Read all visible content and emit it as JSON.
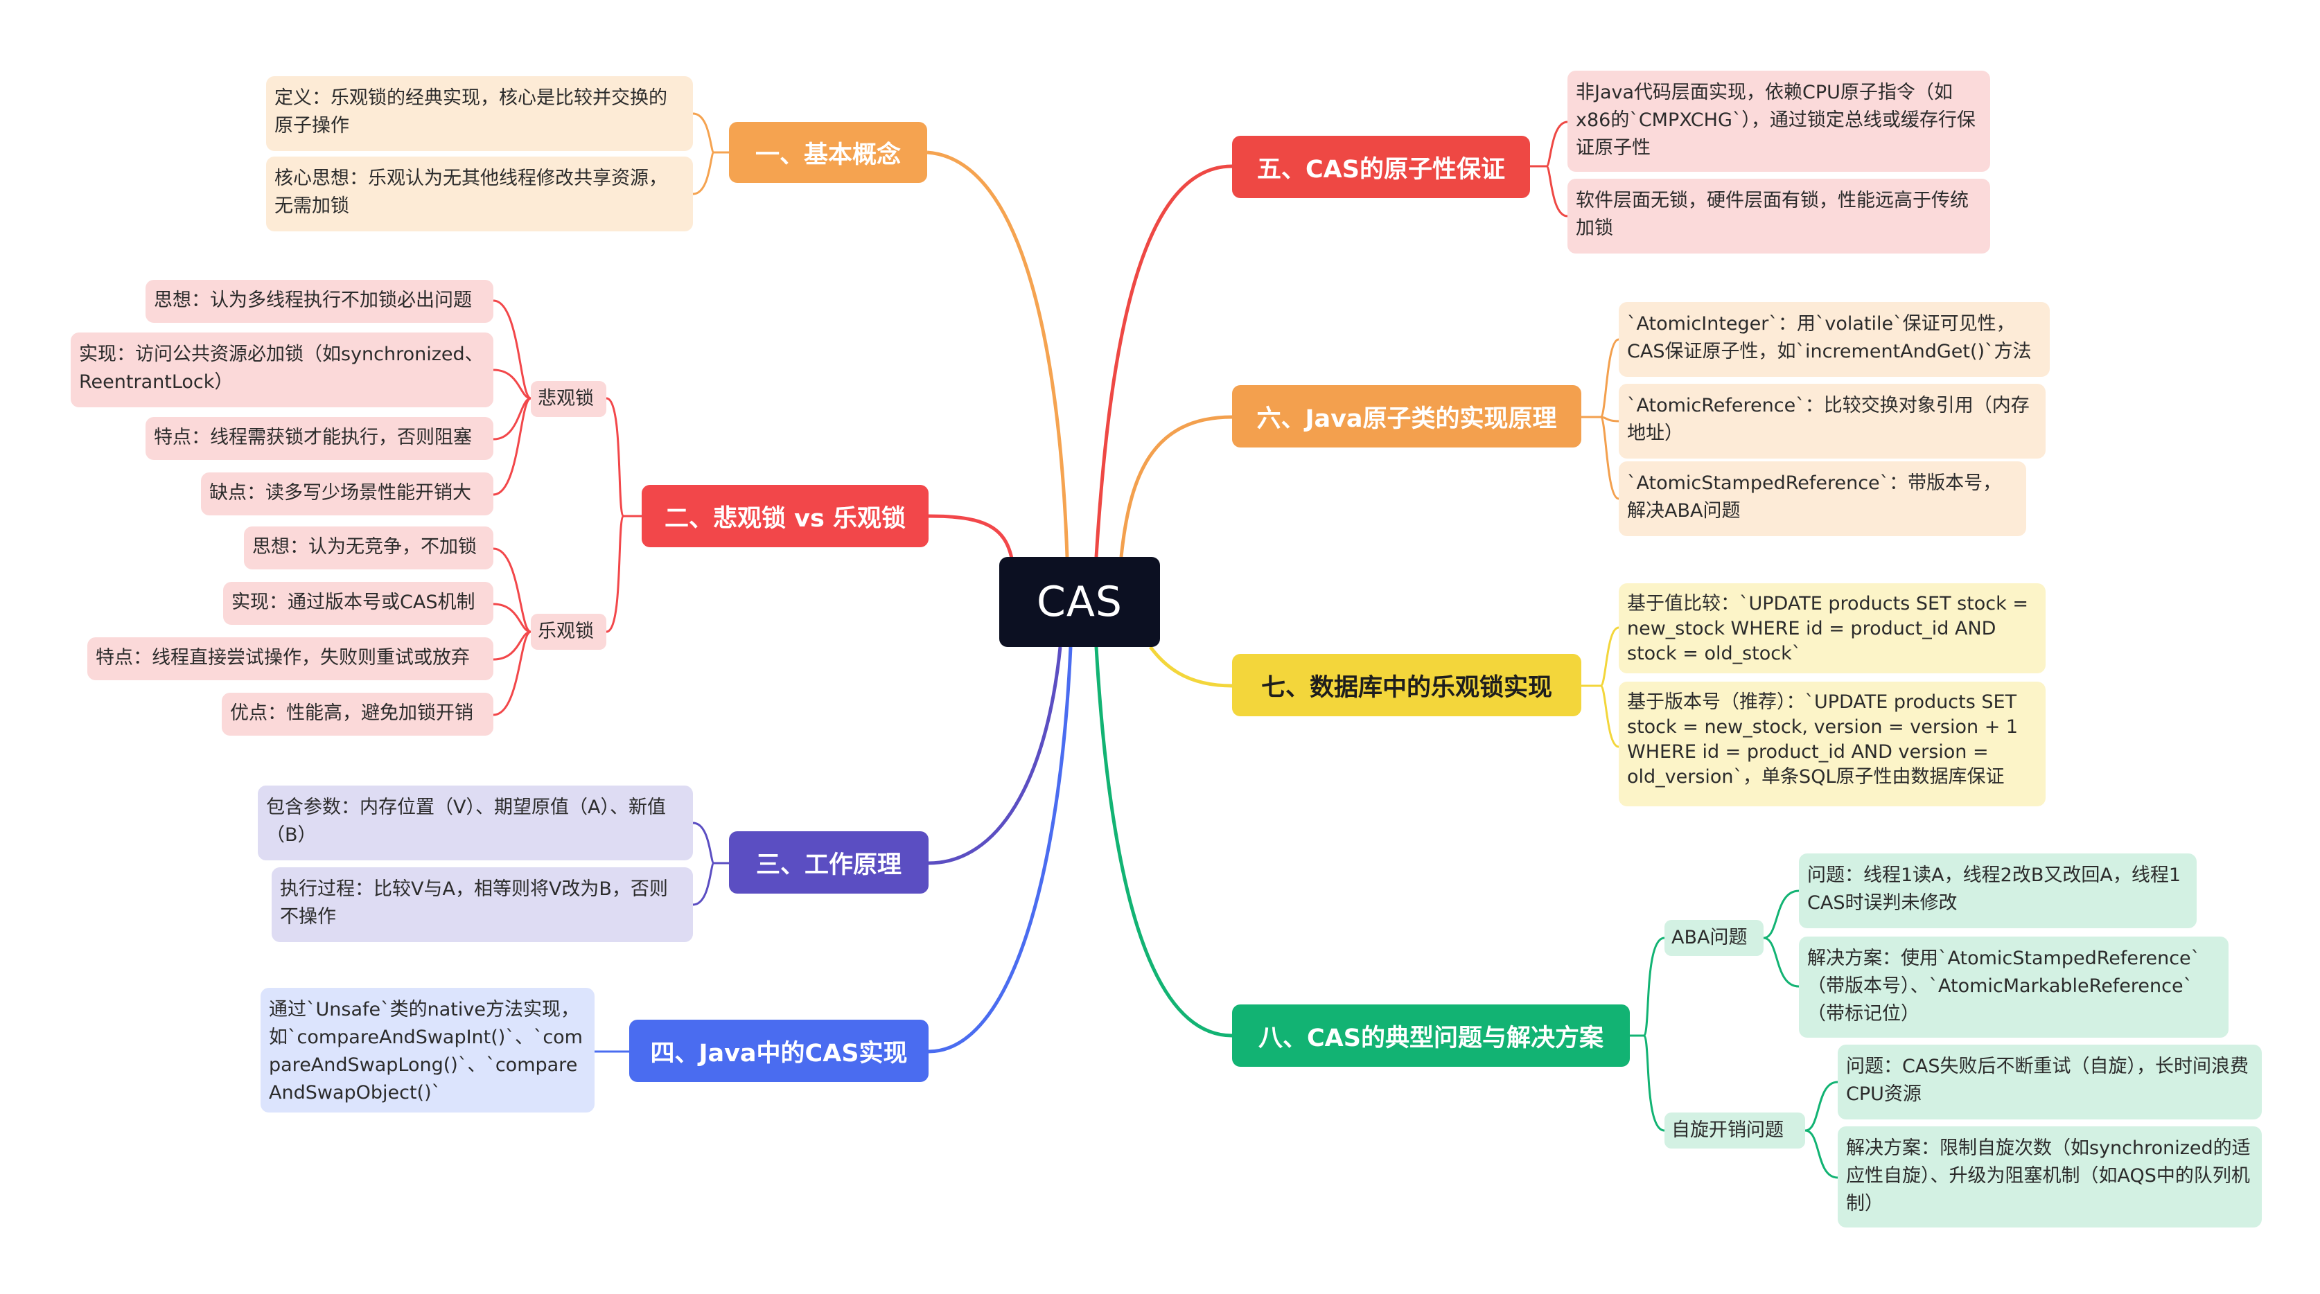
{
  "root": {
    "label": "CAS"
  },
  "colors": {
    "orange": "#f5a350",
    "red": "#f2474a",
    "indigo": "#5b4ec2",
    "blue": "#4a6cf0",
    "red2": "#ee4844",
    "orange2": "#f3a04e",
    "yellow": "#f3d63b",
    "green": "#12b373",
    "root": "#0c1022"
  },
  "branches": {
    "b1": {
      "label": "一、基本概念",
      "leaves": [
        "定义：乐观锁的经典实现，核心是比较并交换的原子操作",
        "核心思想：乐观认为无其他线程修改共享资源，无需加锁"
      ]
    },
    "b2": {
      "label": "二、悲观锁 vs 乐观锁",
      "groups": [
        {
          "label": "悲观锁",
          "leaves": [
            "思想：认为多线程执行不加锁必出问题",
            "实现：访问公共资源必加锁（如synchronized、ReentrantLock）",
            "特点：线程需获锁才能执行，否则阻塞",
            "缺点：读多写少场景性能开销大"
          ]
        },
        {
          "label": "乐观锁",
          "leaves": [
            "思想：认为无竞争，不加锁",
            "实现：通过版本号或CAS机制",
            "特点：线程直接尝试操作，失败则重试或放弃",
            "优点：性能高，避免加锁开销"
          ]
        }
      ]
    },
    "b3": {
      "label": "三、工作原理",
      "leaves": [
        "包含参数：内存位置（V）、期望原值（A）、新值（B）",
        "执行过程：比较V与A，相等则将V改为B，否则不操作"
      ]
    },
    "b4": {
      "label": "四、Java中的CAS实现",
      "leaves": [
        "通过`Unsafe`类的native方法实现，如`compareAndSwapInt()`、`compareAndSwapLong()`、`compareAndSwapObject()`"
      ]
    },
    "b5": {
      "label": "五、CAS的原子性保证",
      "leaves": [
        "非Java代码层面实现，依赖CPU原子指令（如x86的`CMPXCHG`），通过锁定总线或缓存行保证原子性",
        "软件层面无锁，硬件层面有锁，性能远高于传统加锁"
      ]
    },
    "b6": {
      "label": "六、Java原子类的实现原理",
      "leaves": [
        "`AtomicInteger`：用`volatile`保证可见性，CAS保证原子性，如`incrementAndGet()`方法",
        "`AtomicReference`：比较交换对象引用（内存地址）",
        "`AtomicStampedReference`：带版本号，解决ABA问题"
      ]
    },
    "b7": {
      "label": "七、数据库中的乐观锁实现",
      "leaves": [
        "基于值比较：`UPDATE products SET stock = new_stock WHERE id = product_id AND stock = old_stock`",
        "基于版本号（推荐）：`UPDATE products SET stock = new_stock, version = version + 1 WHERE id = product_id AND version = old_version`，单条SQL原子性由数据库保证"
      ]
    },
    "b8": {
      "label": "八、CAS的典型问题与解决方案",
      "groups": [
        {
          "label": "ABA问题",
          "leaves": [
            "问题：线程1读A，线程2改B又改回A，线程1 CAS时误判未修改",
            "解决方案：使用`AtomicStampedReference`（带版本号）、`AtomicMarkableReference`（带标记位）"
          ]
        },
        {
          "label": "自旋开销问题",
          "leaves": [
            "问题：CAS失败后不断重试（自旋），长时间浪费CPU资源",
            "解决方案：限制自旋次数（如synchronized的适应性自旋）、升级为阻塞机制（如AQS中的队列机制）"
          ]
        }
      ]
    }
  }
}
